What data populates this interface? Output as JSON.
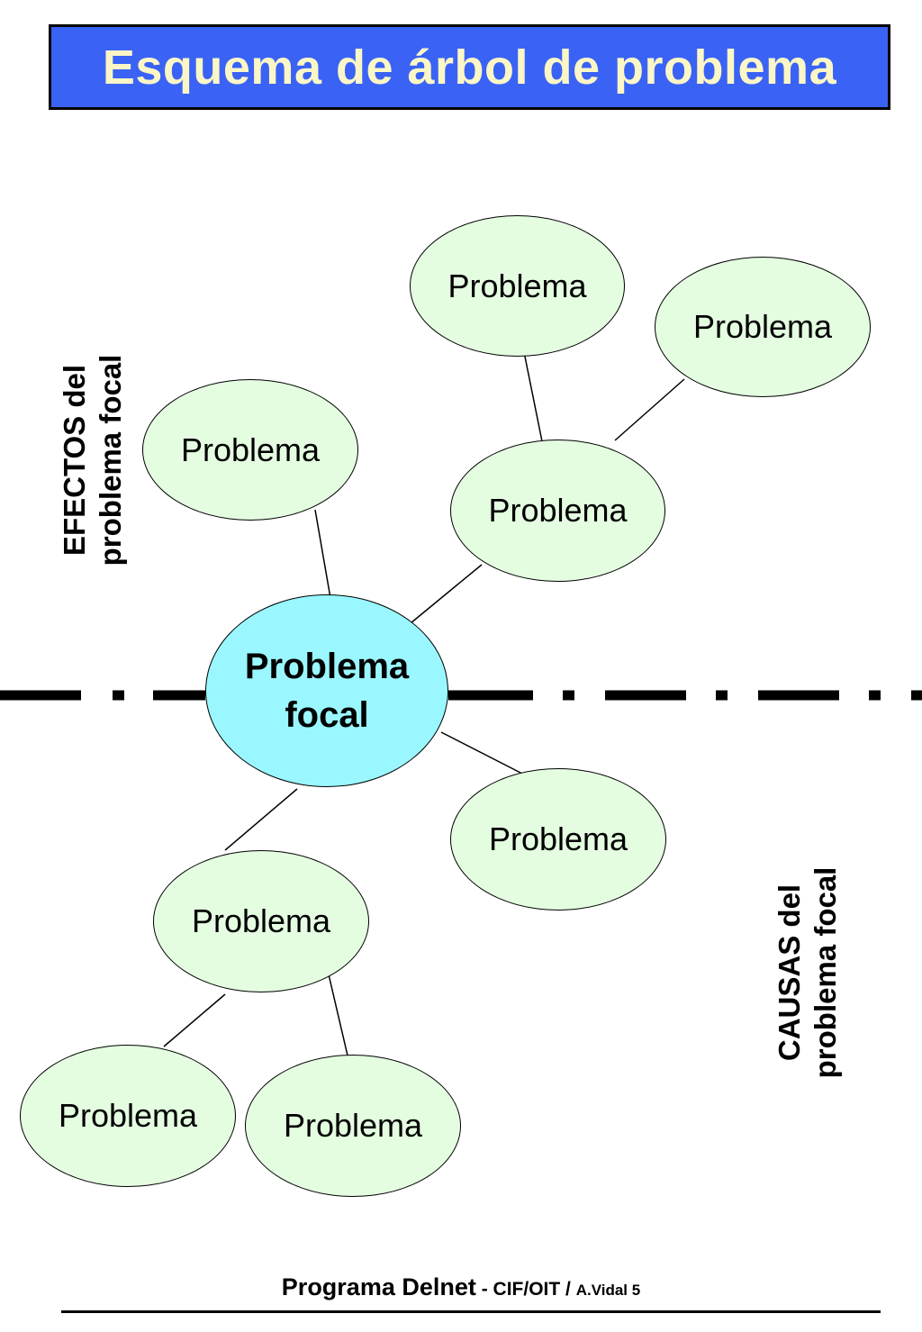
{
  "title": "Esquema de árbol de problema",
  "nodes": {
    "label": "Problema",
    "focal_line1": "Problema",
    "focal_line2": "focal"
  },
  "effects_label": {
    "line1": "EFECTOS del",
    "line2": "problema focal"
  },
  "causes_label": {
    "line1": "CAUSAS del",
    "line2": "problema focal"
  },
  "footer": {
    "program": "Programa Delnet",
    "org": " - CIF/OIT / ",
    "author": "A.Vidal 5"
  },
  "colors": {
    "title_bg": "#3a63f5",
    "title_text": "#fbf6c6",
    "node_fill": "#e4fde1",
    "focal_fill": "#9af7ff"
  }
}
